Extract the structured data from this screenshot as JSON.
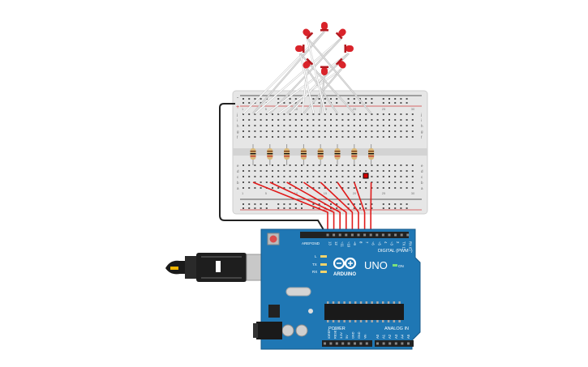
{
  "colors": {
    "board": "#1f77b4",
    "board_dark": "#155a8a",
    "breadboard": "#e6e6e6",
    "breadboard_stripe": "#d0d0d0",
    "led_red": "#d9232a",
    "wire_red": "#e01b1b",
    "wire_white": "#ffffff",
    "wire_black": "#222222",
    "resistor_body": "#d9b87a",
    "usb_body": "#222222",
    "usb_metal": "#c8c8c8"
  },
  "board": {
    "brand_text": "ARDUINO",
    "model_text": "UNO",
    "on_label": "ON",
    "digital_label": "DIGITAL (PWM~)",
    "power_label": "POWER",
    "analog_label": "ANALOG IN",
    "aref_label": "AREF",
    "gnd_label": "GND",
    "tx_label": "TX",
    "rx_label": "RX",
    "l_label": "L",
    "top_pins": [
      "13",
      "12",
      "~11",
      "~10",
      "~9",
      "8",
      "7",
      "~6",
      "~5",
      "4",
      "~3",
      "2",
      "TX 1",
      "RX 0"
    ],
    "power_pins": [
      "IOREF",
      "RESET",
      "3.3V",
      "5V",
      "GND",
      "GND",
      "Vin"
    ],
    "analog_pins": [
      "A0",
      "A1",
      "A2",
      "A3",
      "A4",
      "A5"
    ]
  },
  "breadboard": {
    "row_letters_top": [
      "j",
      "i",
      "h",
      "g",
      "f"
    ],
    "row_letters_bottom": [
      "e",
      "d",
      "c",
      "b",
      "a"
    ],
    "column_numbers": [
      "1",
      "5",
      "10",
      "15",
      "20",
      "25",
      "30"
    ],
    "rail_plus": "+",
    "rail_minus": "-"
  },
  "leds": {
    "count": 8,
    "color_name": "red",
    "lit_index": null
  },
  "resistors": {
    "count": 8
  },
  "icons": [
    "usb-cable-icon",
    "led-icon",
    "resistor-icon",
    "power-jack-icon",
    "reset-button-icon",
    "chip-icon"
  ]
}
